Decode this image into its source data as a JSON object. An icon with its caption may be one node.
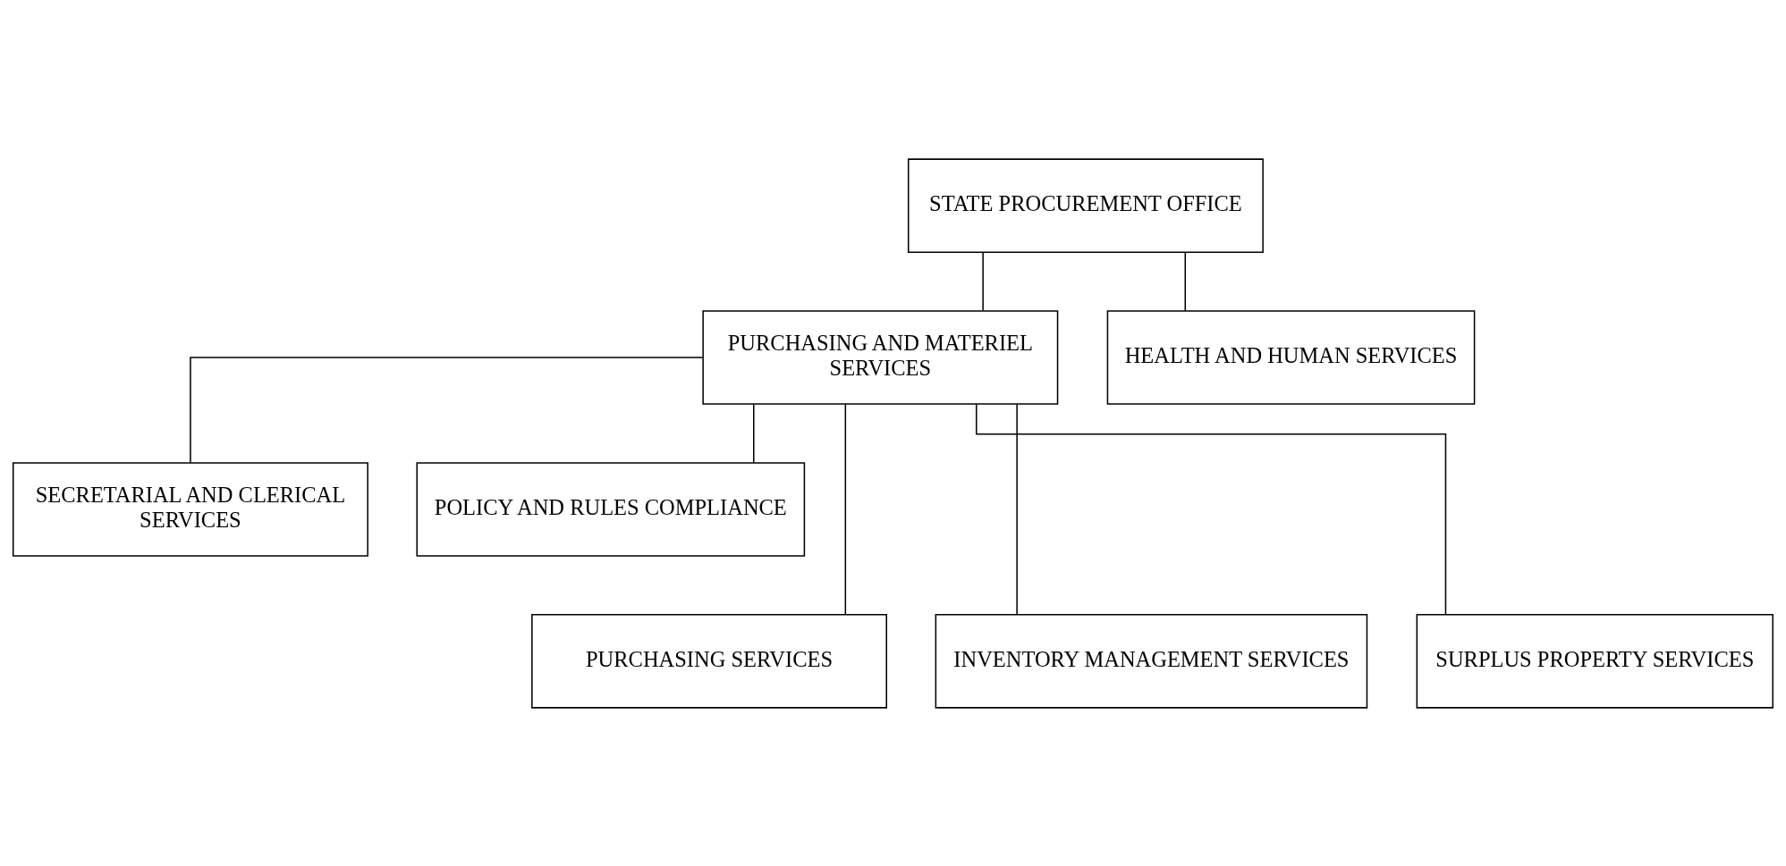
{
  "diagram": {
    "nodes": [
      {
        "text": [
          "STATE PROCUREMENT OFFICE"
        ]
      },
      {
        "text": [
          "PURCHASING AND MATERIEL SERVICES"
        ]
      },
      {
        "text": [
          "HEALTH AND HUMAN SERVICES"
        ]
      },
      {
        "text": [
          "SECRETARIAL AND CLERICAL SERVICES"
        ]
      },
      {
        "text": [
          "POLICY AND RULES COMPLIANCE"
        ]
      },
      {
        "text": [
          "PURCHASING SERVICES"
        ]
      },
      {
        "text": [
          "INVENTORY MANAGEMENT SERVICES"
        ]
      },
      {
        "text": [
          "SURPLUS PROPERTY SERVICES"
        ]
      }
    ],
    "edges": [
      {
        "from": 0,
        "to": 1,
        "arrow": "none"
      },
      {
        "from": 0,
        "to": 2,
        "arrow": "none"
      },
      {
        "from": 1,
        "to": 3,
        "arrow": "none"
      },
      {
        "from": 1,
        "to": 4,
        "arrow": "none"
      },
      {
        "from": 1,
        "to": 5,
        "arrow": "none"
      },
      {
        "from": 1,
        "to": 6,
        "arrow": "none"
      },
      {
        "from": 1,
        "to": 7,
        "arrow": "none"
      }
    ]
  }
}
